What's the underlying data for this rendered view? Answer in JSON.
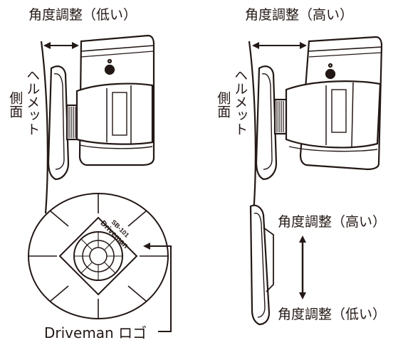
{
  "labels": {
    "angle_low": "角度調整（低い）",
    "angle_high": "角度調整（高い）",
    "helmet_side_col1": "ヘルメット",
    "helmet_side_col2": "側面",
    "logo_text": "Driveman",
    "model_text": "SB-101",
    "logo_caption": "Driveman ロゴ"
  },
  "colors": {
    "line": "#231815",
    "fill": "#ffffff"
  }
}
